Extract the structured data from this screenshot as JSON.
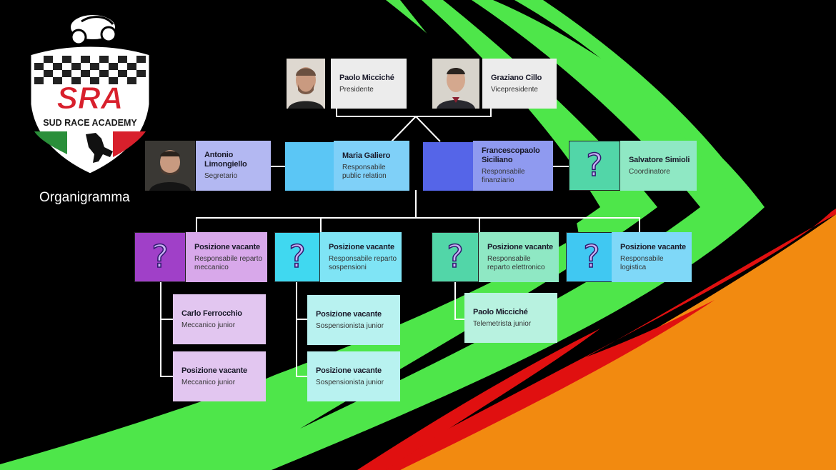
{
  "logo": {
    "text_brand": "SRA",
    "text_name": "SUD RACE ACADEMY",
    "colors": {
      "red": "#d8202c",
      "green": "#2a8f3a",
      "black": "#1a1a1a"
    }
  },
  "title": "Organigramma",
  "people": {
    "president": {
      "name": "Paolo Micciché",
      "role": "Presidente",
      "icon": "person-photo"
    },
    "vice": {
      "name": "Graziano Cillo",
      "role": "Vicepresidente",
      "icon": "person-photo"
    },
    "secretary": {
      "name": "Antonio Limongiello",
      "role": "Segretario",
      "icon": "person-photo"
    },
    "pr": {
      "name": "Maria Galiero",
      "role": "Responsabile public relation"
    },
    "finance": {
      "name": "Francescopaolo Siciliano",
      "role": "Responsabile finanziario"
    },
    "coordinator": {
      "name": "Salvatore Simioli",
      "role": "Coordinatore",
      "icon": "question-mark-icon"
    },
    "mech_head": {
      "name": "Posizione vacante",
      "role": "Responsabile reparto meccanico",
      "icon": "question-mark-icon"
    },
    "susp_head": {
      "name": "Posizione vacante",
      "role": "Responsabile reparto sospensioni",
      "icon": "question-mark-icon"
    },
    "elec_head": {
      "name": "Posizione vacante",
      "role": "Responsabile reparto elettronico",
      "icon": "question-mark-icon"
    },
    "log_head": {
      "name": "Posizione vacante",
      "role": "Responsabile logistica",
      "icon": "question-mark-icon"
    },
    "mech1": {
      "name": "Carlo Ferrocchio",
      "role": "Meccanico junior"
    },
    "mech2": {
      "name": "Posizione vacante",
      "role": "Meccanico junior"
    },
    "susp1": {
      "name": "Posizione vacante",
      "role": "Sospensionista junior"
    },
    "susp2": {
      "name": "Posizione vacante",
      "role": "Sospensionista junior"
    },
    "tele": {
      "name": "Paolo Micciché",
      "role": "Telemetrista junior"
    }
  },
  "colors": {
    "green_stripe": "#4ee64a",
    "red_stripe": "#e01010",
    "orange_area": "#f28a10",
    "lavender": "#b3b8f2",
    "light_blue": "#7fd0f8",
    "periwinkle": "#8f9af0",
    "mint": "#8fe8c4",
    "pink": "#e2c6f0",
    "cyan": "#7fe4f5",
    "pale_cyan": "#b8f2f0"
  }
}
